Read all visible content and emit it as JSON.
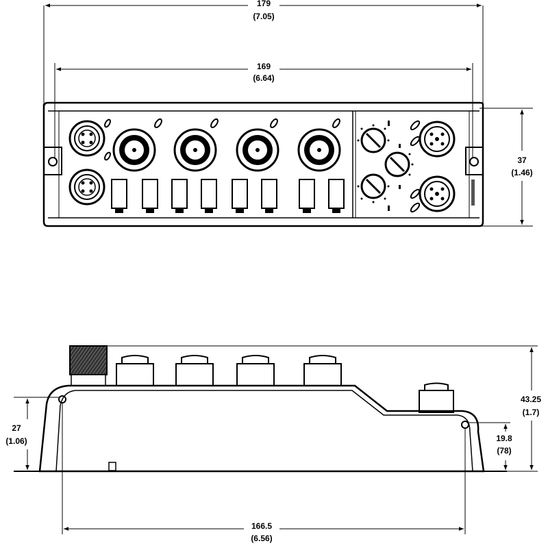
{
  "dimensions": {
    "overall_length": {
      "value": "179",
      "inch": "(7.05)"
    },
    "mount_spacing": {
      "value": "169",
      "inch": "(6.64)"
    },
    "width": {
      "value": "37",
      "inch": "(1.46)"
    },
    "overall_height": {
      "value": "43.25",
      "inch": "(1.7)"
    },
    "front_height": {
      "value": "27",
      "inch": "(1.06)"
    },
    "rear_height": {
      "value": "19.8",
      "inch": "(78)"
    },
    "base_length": {
      "value": "166.5",
      "inch": "(6.56)"
    }
  },
  "colors": {
    "line": "#000000",
    "background": "#ffffff"
  }
}
